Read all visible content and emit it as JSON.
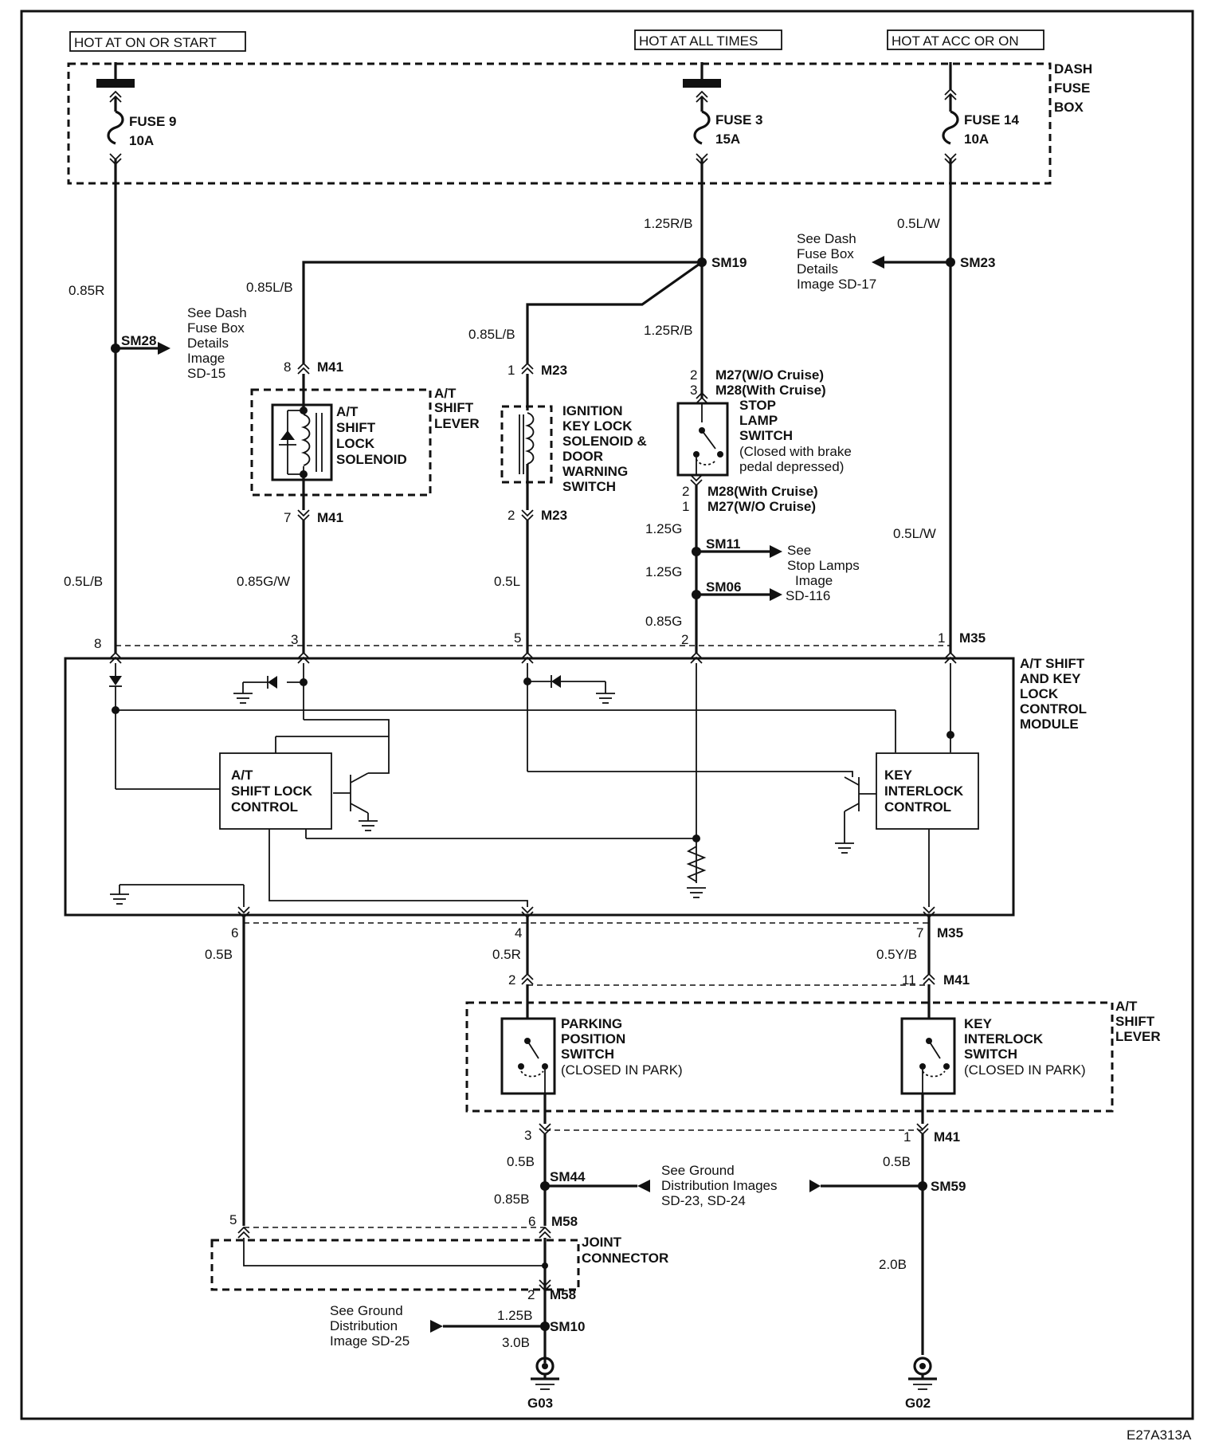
{
  "sources": {
    "on_start": "HOT AT ON OR START",
    "all_times": "HOT AT ALL TIMES",
    "acc_on": "HOT AT ACC OR ON"
  },
  "dash_fuse_box": [
    "DASH",
    "FUSE",
    "BOX"
  ],
  "fuses": {
    "fuse9": [
      "FUSE 9",
      "10A"
    ],
    "fuse3": [
      "FUSE 3",
      "15A"
    ],
    "fuse14": [
      "FUSE 14",
      "10A"
    ]
  },
  "wires": {
    "w_085R": "0.85R",
    "w_125RB_top": "1.25R/B",
    "w_05LW_top": "0.5L/W",
    "w_085LB_a": "0.85L/B",
    "w_085LB_b": "0.85L/B",
    "w_125RB_mid": "1.25R/B",
    "w_05LB": "0.5L/B",
    "w_085GW": "0.85G/W",
    "w_05L": "0.5L",
    "w_125G_a": "1.25G",
    "w_125G_b": "1.25G",
    "w_085G": "0.85G",
    "w_05LW_mid": "0.5L/W",
    "w_05B_6": "0.5B",
    "w_05R": "0.5R",
    "w_05YB": "0.5Y/B",
    "w_05B_sm44": "0.5B",
    "w_085B": "0.85B",
    "w_05B_sm59": "0.5B",
    "w_20B": "2.0B",
    "w_125B": "1.25B",
    "w_30B": "3.0B"
  },
  "splices": {
    "sm19": "SM19",
    "sm23": "SM23",
    "sm28": "SM28",
    "sm11": "SM11",
    "sm06": "SM06",
    "sm44": "SM44",
    "sm59": "SM59",
    "sm10": "SM10"
  },
  "refs": {
    "ref_sd17": [
      "See Dash",
      "Fuse Box",
      "Details",
      "Image SD-17"
    ],
    "ref_sd15": [
      "See Dash",
      "Fuse Box",
      "Details",
      "Image",
      "SD-15"
    ],
    "ref_sd116": [
      "See",
      "Stop Lamps",
      "Image",
      "SD-116"
    ],
    "ref_sd23": [
      "See Ground",
      "Distribution Images",
      "SD-23, SD-24"
    ],
    "ref_sd25": [
      "See Ground",
      "Distribution",
      "Image  SD-25"
    ]
  },
  "connectors": {
    "m41_8": {
      "pin": "8",
      "name": "M41"
    },
    "m41_7": {
      "pin": "7",
      "name": "M41"
    },
    "m23_1": {
      "pin": "1",
      "name": "M23"
    },
    "m23_2": {
      "pin": "2",
      "name": "M23"
    },
    "stop_top": {
      "pins": [
        "2",
        "3"
      ],
      "names": [
        "M27(W/O Cruise)",
        "M28(With Cruise)"
      ]
    },
    "stop_bottom": {
      "pins": [
        "2",
        "1"
      ],
      "names": [
        "M28(With Cruise)",
        "M27(W/O Cruise)"
      ]
    },
    "m35_top": {
      "pins": [
        "8",
        "3",
        "5",
        "2",
        "1"
      ],
      "name": "M35"
    },
    "m35_bottom": {
      "pins": [
        "6",
        "4",
        "7"
      ],
      "name": "M35"
    },
    "m41_bottom": {
      "pins": [
        "2",
        "11"
      ],
      "name": "M41"
    },
    "m41_lower": {
      "pins": [
        "3",
        "1"
      ],
      "name": "M41"
    },
    "m58_top": {
      "pins": [
        "5",
        "6"
      ],
      "name": "M58"
    },
    "m58_bottom": {
      "pin": "2",
      "name": "M58"
    }
  },
  "components": {
    "shift_lock_solenoid": [
      "A/T",
      "SHIFT",
      "LOCK",
      "SOLENOID"
    ],
    "shift_lever_top": [
      "A/T",
      "SHIFT",
      "LEVER"
    ],
    "ignition_key": [
      "IGNITION",
      "KEY LOCK",
      "SOLENOID &",
      "DOOR",
      "WARNING",
      "SWITCH"
    ],
    "stop_lamp": [
      "STOP",
      "LAMP",
      "SWITCH",
      "(Closed with brake",
      "pedal depressed)"
    ],
    "module": [
      "A/T SHIFT",
      "AND KEY",
      "LOCK",
      "CONTROL",
      "MODULE"
    ],
    "shift_lock_control": [
      "A/T",
      "SHIFT LOCK",
      "CONTROL"
    ],
    "key_interlock_control": [
      "KEY",
      "INTERLOCK",
      "CONTROL"
    ],
    "parking_switch": [
      "PARKING",
      "POSITION",
      "SWITCH",
      "(CLOSED IN PARK)"
    ],
    "key_interlock_switch": [
      "KEY",
      "INTERLOCK",
      "SWITCH",
      "(CLOSED IN PARK)"
    ],
    "shift_lever_bottom": [
      "A/T",
      "SHIFT",
      "LEVER"
    ],
    "joint_connector": [
      "JOINT",
      "CONNECTOR"
    ]
  },
  "grounds": {
    "g03": "G03",
    "g02": "G02"
  },
  "figure_id": "E27A313A"
}
